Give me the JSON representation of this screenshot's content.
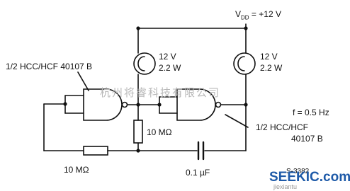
{
  "supply": {
    "label_prefix": "V",
    "label_sub": "DD",
    "label_value": "= +12 V"
  },
  "lamps": [
    {
      "voltage": "12 V",
      "power": "2.2 W"
    },
    {
      "voltage": "12 V",
      "power": "2.2 W"
    }
  ],
  "gate_left": {
    "line1": "1/2 HCC/HCF 40107 B"
  },
  "gate_right": {
    "line1": "1/2  HCC/HCF",
    "line2": "40107 B"
  },
  "frequency": {
    "text": "f = 0.5 Hz"
  },
  "components": {
    "r_vertical": "10 MΩ",
    "r_horizontal": "10 MΩ",
    "capacitor": "0.1 µF"
  },
  "ref_code": "S-3382",
  "watermark": {
    "cn": "杭州将睿科技有限公司",
    "logo": "SEEKIC.com",
    "url": "jiexiantu"
  },
  "colors": {
    "ink": "#111111",
    "watermark": "#b8b8b8",
    "logo": "#1e5aa8"
  }
}
